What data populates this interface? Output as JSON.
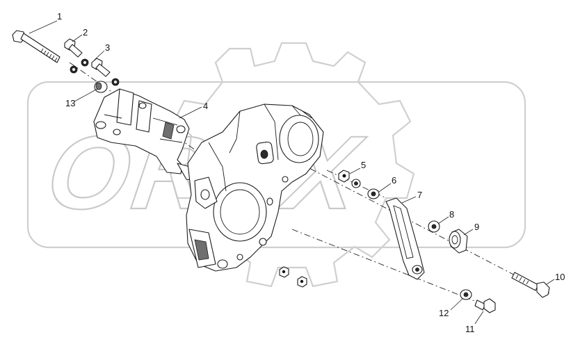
{
  "watermark": {
    "text": "OREX"
  },
  "callouts": [
    {
      "id": "1",
      "label": "1"
    },
    {
      "id": "2",
      "label": "2"
    },
    {
      "id": "3",
      "label": "3"
    },
    {
      "id": "4",
      "label": "4"
    },
    {
      "id": "5",
      "label": "5"
    },
    {
      "id": "6",
      "label": "6"
    },
    {
      "id": "7",
      "label": "7"
    },
    {
      "id": "8",
      "label": "8"
    },
    {
      "id": "9",
      "label": "9"
    },
    {
      "id": "10",
      "label": "10"
    },
    {
      "id": "11",
      "label": "11"
    },
    {
      "id": "12",
      "label": "12"
    },
    {
      "id": "13",
      "label": "13"
    }
  ]
}
